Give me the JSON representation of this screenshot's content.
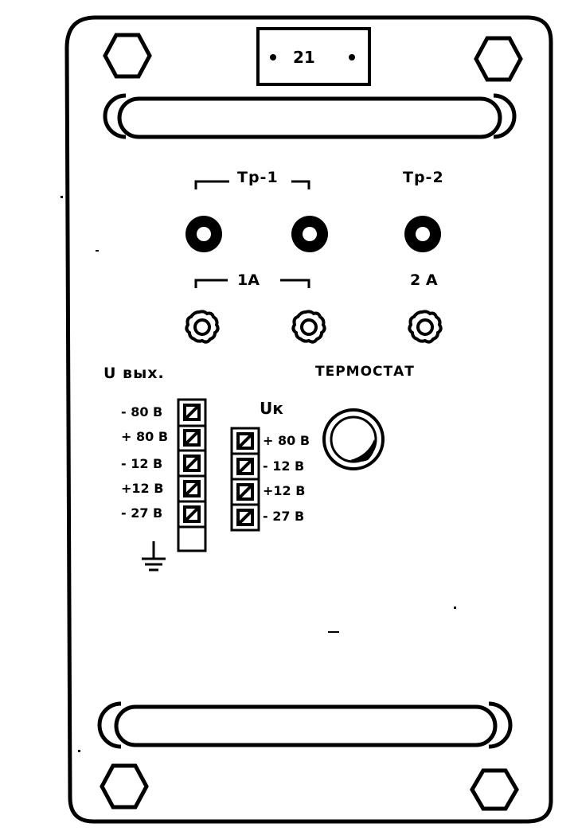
{
  "panel": {
    "number_plate": "21",
    "fuse_groups": {
      "group1_label": "Тр-1",
      "group2_label": "Тр-2",
      "group1_rating": "1А",
      "group2_rating": "2 А"
    },
    "thermostat_label": "ТЕРМОСТАТ",
    "output_terminals": {
      "title": "U вых.",
      "labels": [
        "- 80 В",
        "+ 80 В",
        "- 12 В",
        "+12 В",
        "- 27 В"
      ]
    },
    "control_terminals": {
      "title": "Uк",
      "labels": [
        "+ 80 В",
        "- 12 В",
        "+12 В",
        "- 27 В"
      ]
    }
  },
  "colors": {
    "ink": "#000000",
    "background": "#ffffff"
  }
}
